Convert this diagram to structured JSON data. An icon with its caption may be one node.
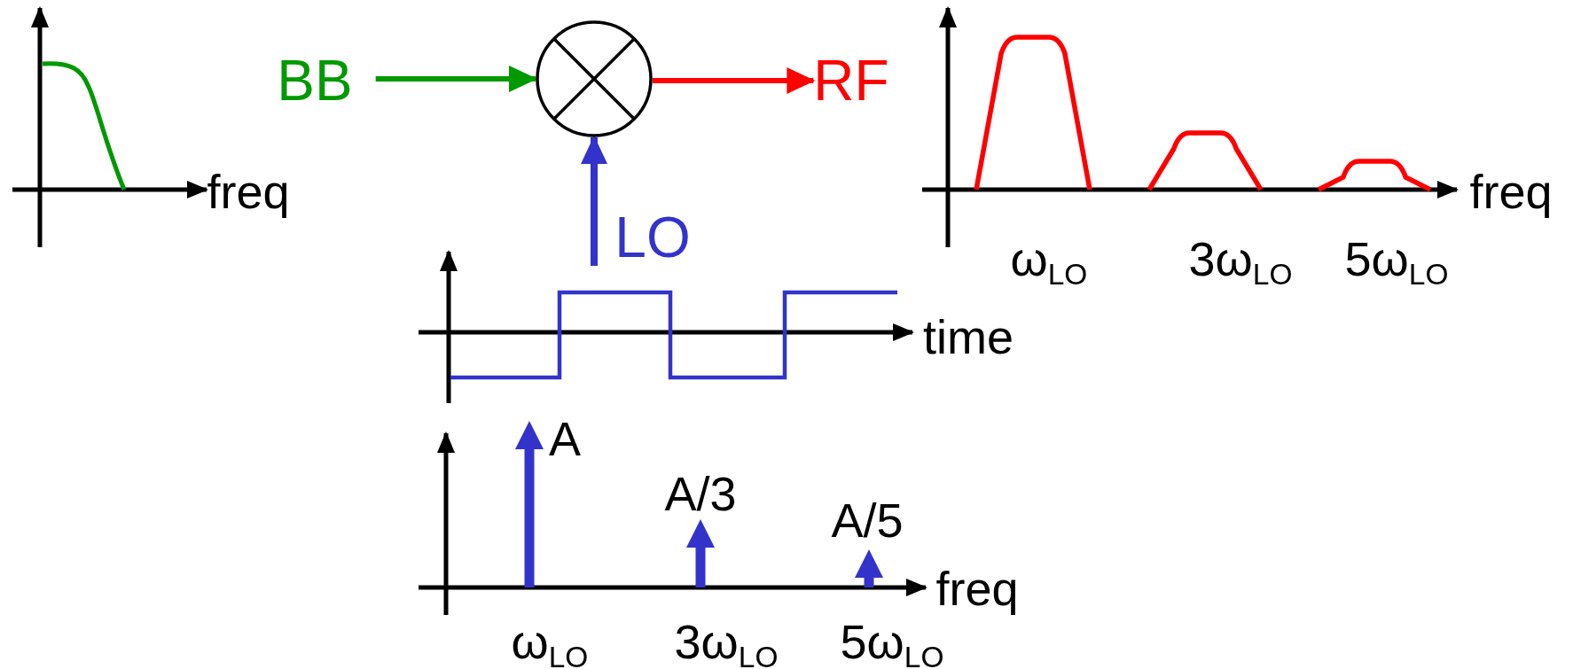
{
  "diagram": {
    "nodes": [
      {
        "text": [
          "BB"
        ]
      },
      {
        "text": [],
        "shape": "circle"
      },
      {
        "text": [
          "RF"
        ]
      }
    ],
    "edges": [
      {
        "from": 0,
        "to": 1,
        "arrow": "to",
        "color": "#009900"
      },
      {
        "from": 1,
        "to": 2,
        "arrow": "to",
        "color": "#ff0000"
      },
      {
        "from": null,
        "to": 1,
        "arrow": "to",
        "label": "LO",
        "color": "#3333cc"
      }
    ],
    "labels": [
      "freq",
      "freq",
      "ω$_{LO}$",
      "3ω$_{LO}$",
      "5ω$_{LO}$",
      "time",
      "A",
      "A/3",
      "A/5",
      "freq",
      "ω$_{LO}$",
      "3ω$_{LO}$",
      "5ω$_{LO}$"
    ]
  }
}
